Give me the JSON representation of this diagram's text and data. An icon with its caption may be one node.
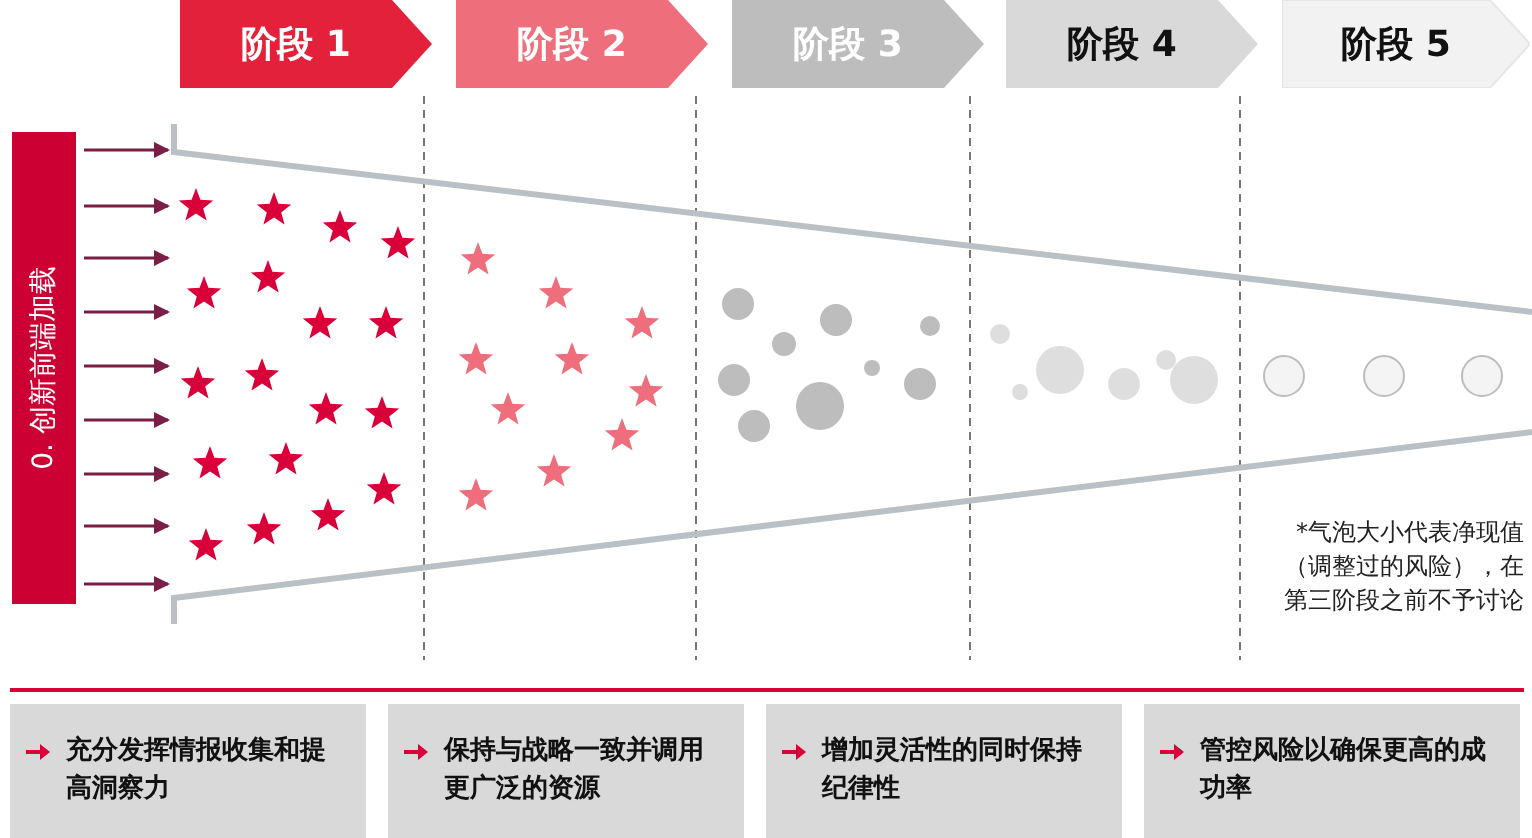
{
  "diagram": {
    "nodes": [
      {
        "text": [
          "阶段 1"
        ]
      },
      {
        "text": [
          "阶段 2"
        ]
      },
      {
        "text": [
          "阶段 3"
        ]
      },
      {
        "text": [
          "阶段 4"
        ]
      },
      {
        "text": [
          "阶段 5"
        ]
      },
      {
        "text": [
          "0. 创新前端加载"
        ]
      },
      {
        "text": [],
        "shape": "funnel"
      },
      {
        "text": [
          "充分发挥情报收集和提高洞察力"
        ]
      },
      {
        "text": [
          "保持与战略一致并调用更广泛的资源"
        ]
      },
      {
        "text": [
          "增加灵活性的同时保持纪律性"
        ]
      },
      {
        "text": [
          "管控风险以确保更高的成功率"
        ]
      }
    ],
    "edges": [
      {
        "from": 5,
        "to": 6,
        "arrow": "to"
      },
      {
        "from": 5,
        "to": 6,
        "arrow": "to"
      },
      {
        "from": 5,
        "to": 6,
        "arrow": "to"
      },
      {
        "from": 5,
        "to": 6,
        "arrow": "to"
      },
      {
        "from": 5,
        "to": 6,
        "arrow": "to"
      },
      {
        "from": 5,
        "to": 6,
        "arrow": "to"
      },
      {
        "from": 5,
        "to": 6,
        "arrow": "to"
      },
      {
        "from": 5,
        "to": 6,
        "arrow": "to"
      },
      {
        "from": 5,
        "to": 6,
        "arrow": "to"
      }
    ],
    "labels": [
      "*气泡大小代表净现值（调整过的风险），在第三阶段之前不予讨论"
    ]
  }
}
